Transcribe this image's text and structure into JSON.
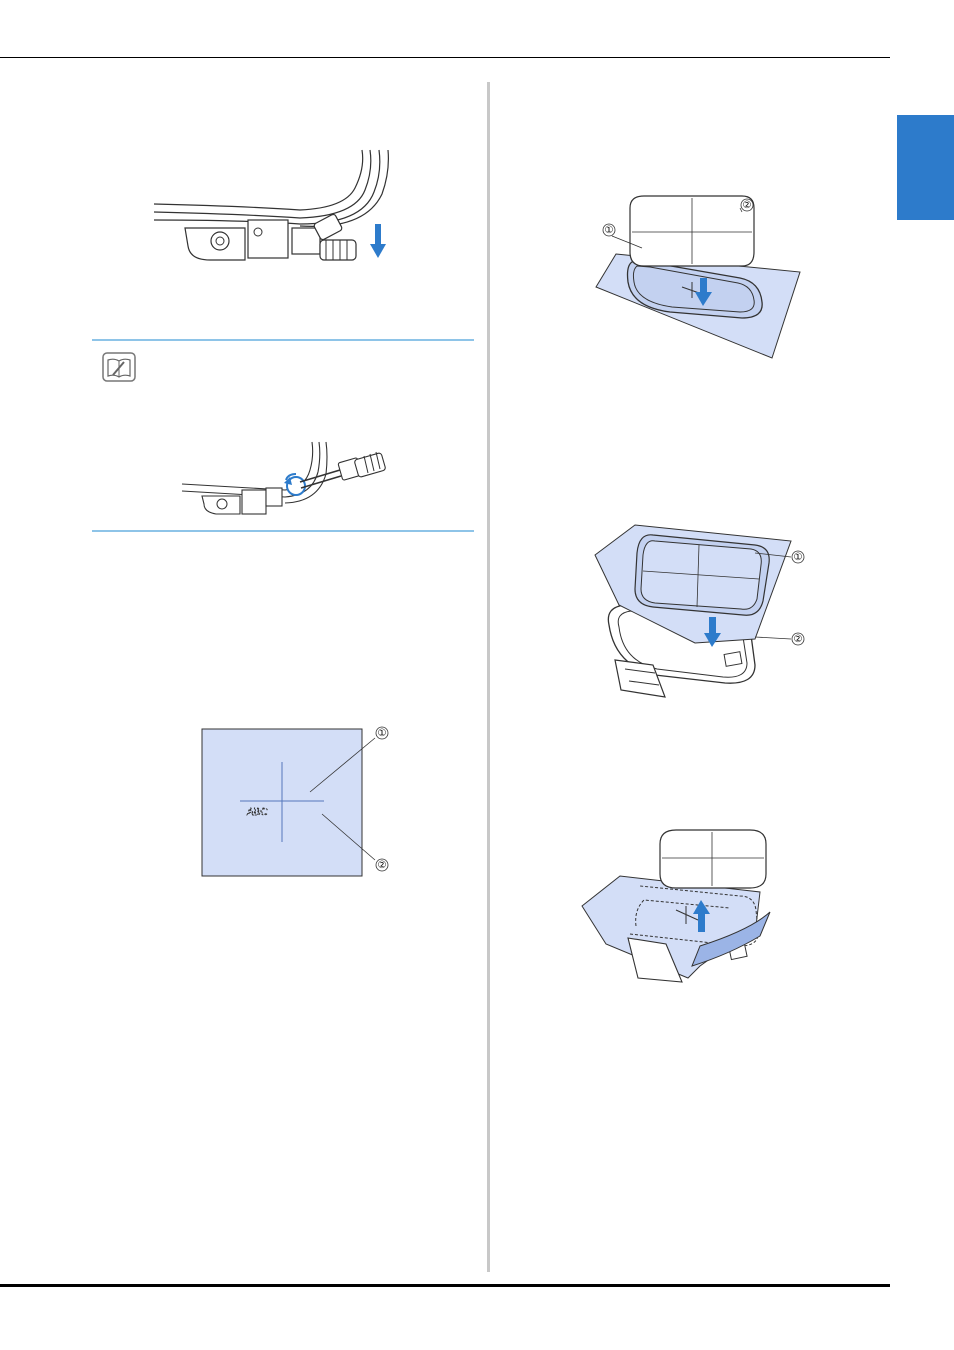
{
  "colors": {
    "accent_blue": "#2d7bcb",
    "memo_rule": "#8ec4e8",
    "fabric_blue": "#d3def7",
    "divider_gray": "#c8c8c8"
  },
  "memo": {
    "icon": "memo-book-pencil-icon"
  },
  "figures": {
    "fabric_marking": {
      "callouts": [
        "①",
        "②"
      ],
      "text": "ABC"
    },
    "template_on_fabric": {
      "callouts": [
        "①",
        "②"
      ]
    },
    "fabric_into_frame": {
      "callouts": [
        "①",
        "②"
      ]
    }
  }
}
